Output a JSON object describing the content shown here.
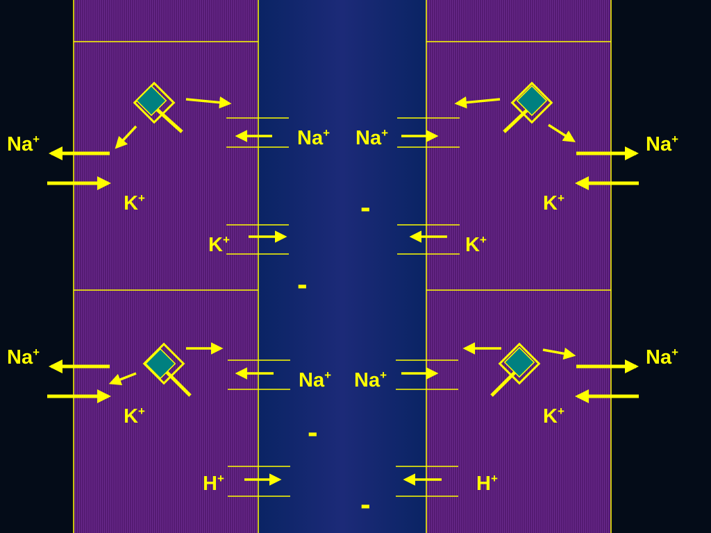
{
  "colors": {
    "background": "#000000",
    "cell_purple": "#541a72",
    "cell_stripe": "#6a2a8c",
    "lumen_blue": "#0a2464",
    "lumen_center": "#1c2a78",
    "yellow": "#ffff00",
    "pump_teal": "#008080"
  },
  "labels": {
    "outer_na_left_top": "Na",
    "outer_na_left_top_sup": "+",
    "k_left_top": "K",
    "k_left_top_sup": "+",
    "channel_na_left_top": "Na",
    "channel_na_left_top_sup": "+",
    "channel_k_left_top": "K",
    "channel_k_left_top_sup": "+",
    "channel_na_right_top": "Na",
    "channel_na_right_top_sup": "+",
    "channel_k_right_top": "K",
    "channel_k_right_top_sup": "+",
    "outer_na_right_top": "Na",
    "outer_na_right_top_sup": "+",
    "k_right_top": "K",
    "k_right_top_sup": "+",
    "outer_na_left_bottom": "Na",
    "outer_na_left_bottom_sup": "+",
    "k_left_bottom": "K",
    "k_left_bottom_sup": "+",
    "channel_na_left_bottom": "Na",
    "channel_na_left_bottom_sup": "+",
    "channel_h_left": "H",
    "channel_h_left_sup": "+",
    "channel_na_right_bottom": "Na",
    "channel_na_right_bottom_sup": "+",
    "channel_h_right": "H",
    "channel_h_right_sup": "+",
    "outer_na_right_bottom": "Na",
    "outer_na_right_bottom_sup": "+",
    "k_right_bottom": "K",
    "k_right_bottom_sup": "+"
  },
  "charges": {
    "lumen_1": "-",
    "lumen_2": "-",
    "lumen_3": "-",
    "lumen_4": "-"
  }
}
